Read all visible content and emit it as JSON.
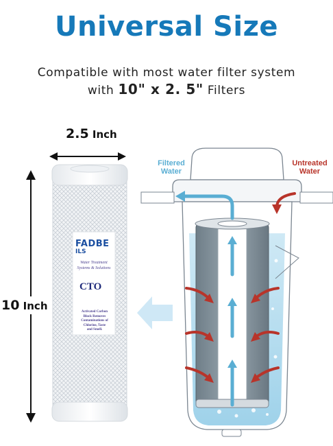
{
  "title": "Universal Size",
  "subtitle": {
    "line1": "Compatible with most water filter system",
    "line2_prefix": "with ",
    "line2_size": "10\" x 2. 5\"",
    "line2_suffix": " Filters"
  },
  "dimensions": {
    "width_num": "2.5",
    "width_unit": " Inch",
    "height_num": "10",
    "height_unit": " Inch"
  },
  "filter_label": {
    "brand": "FADBE",
    "brand2": "ILS",
    "tagline1": "Water Treatment",
    "tagline2": "Systems & Solutions",
    "model": "CTO",
    "desc1": "Activated Carbon",
    "desc2": "Block Removes",
    "desc3": "Contaminations of",
    "desc4": "Chlorine, Taste",
    "desc5": "and Smell."
  },
  "flow": {
    "filtered_1": "Filtered",
    "filtered_2": "Water",
    "untreated_1": "Untreated",
    "untreated_2": "Water",
    "filtered_color": "#5aaed3",
    "untreated_color": "#b8342a"
  }
}
